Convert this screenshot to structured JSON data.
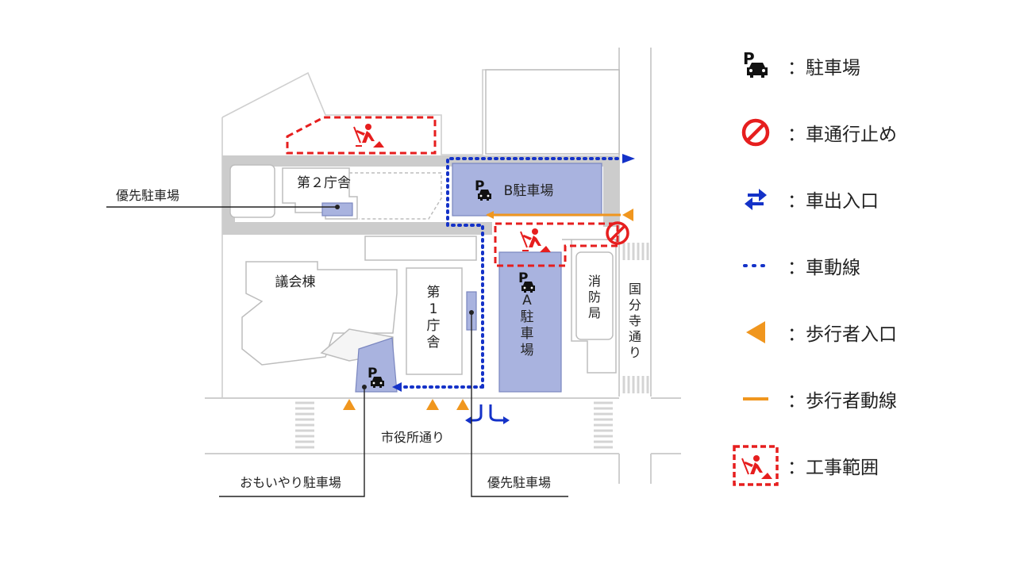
{
  "map": {
    "buildings": {
      "building_2": "第２庁舎",
      "assembly": "議会棟",
      "building_1": "第\n1\n庁\n舎",
      "fire_station": "消\n防\n局"
    },
    "parking": {
      "b_lot": "B駐車場",
      "a_lot": "A\n駐\n車\n場"
    },
    "streets": {
      "kokubunji": "国\n分\n寺\n通\nり",
      "city_hall": "市役所通り"
    },
    "callouts": {
      "priority_left": "優先駐車場",
      "omoiyari": "おもいやり駐車場",
      "priority_bottom": "優先駐車場"
    }
  },
  "legend": [
    {
      "icon": "parking-icon",
      "label": "：駐車場"
    },
    {
      "icon": "no-entry-icon",
      "label": "：車通行止め"
    },
    {
      "icon": "two-way-arrow-icon",
      "label": "：車出入口"
    },
    {
      "icon": "dotted-line-icon",
      "label": "：車動線"
    },
    {
      "icon": "triangle-icon",
      "label": "：歩行者入口"
    },
    {
      "icon": "orange-line-icon",
      "label": "：歩行者動線"
    },
    {
      "icon": "construction-icon",
      "label": "：工事範囲"
    }
  ],
  "colors": {
    "parking_fill": "#a9b3df",
    "road": "#cccccc",
    "car_route": "#1432c8",
    "pedestrian": "#f0961e",
    "construction": "#e61e1e"
  }
}
